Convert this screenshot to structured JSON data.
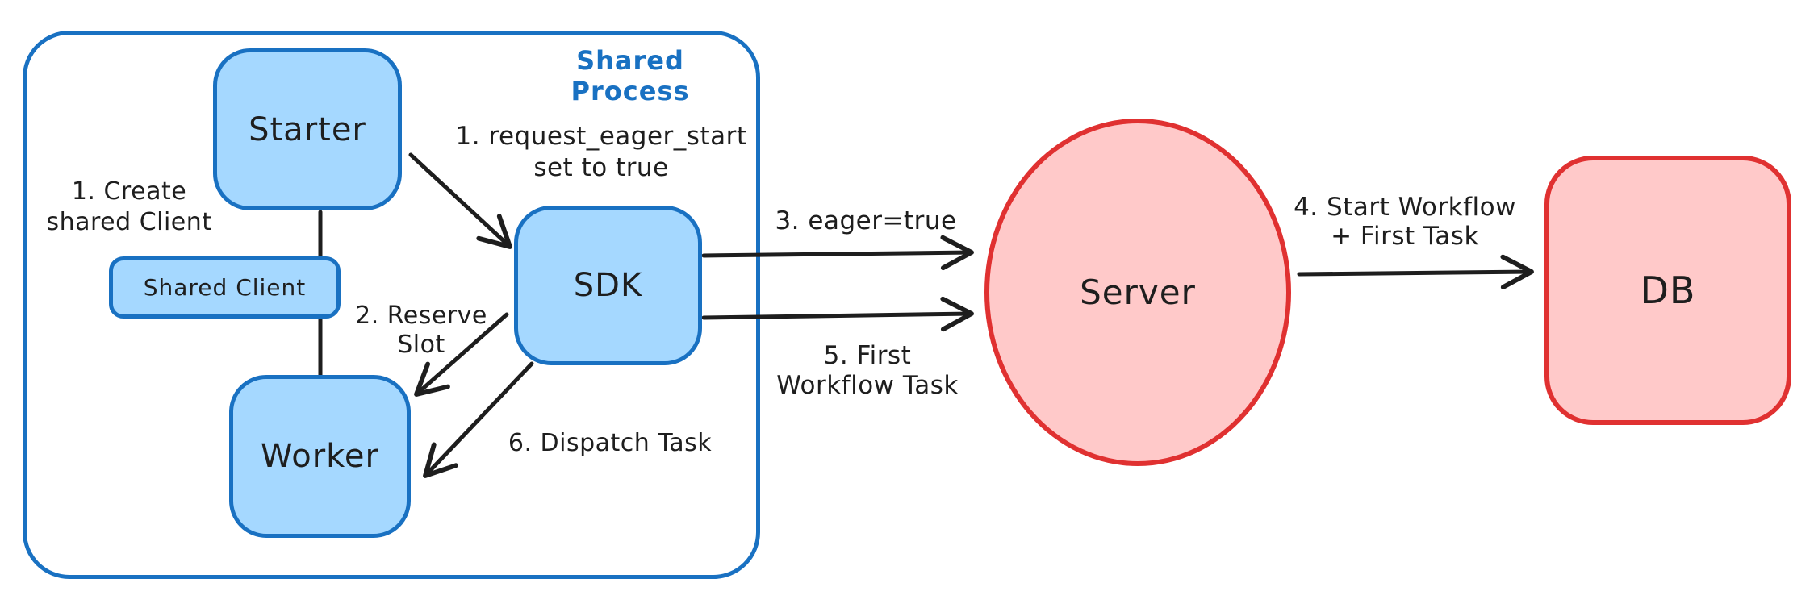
{
  "colors": {
    "blue_stroke": "#1971c2",
    "blue_fill": "#a5d8ff",
    "red_stroke": "#e03131",
    "red_fill": "#ffc9c9",
    "ink": "#1e1e1e",
    "background": "#ffffff"
  },
  "container": {
    "label": "Shared Process"
  },
  "nodes": {
    "starter": {
      "label": "Starter"
    },
    "shared_client": {
      "label": "Shared Client"
    },
    "worker": {
      "label": "Worker"
    },
    "sdk": {
      "label": "SDK"
    },
    "server": {
      "label": "Server"
    },
    "db": {
      "label": "DB"
    }
  },
  "annotations": {
    "create_shared_client": {
      "line1": "1. Create",
      "line2": "shared Client"
    },
    "request_eager_start": {
      "line1": "1. request_eager_start",
      "line2": "set to true"
    },
    "reserve_slot": {
      "line1": "2. Reserve",
      "line2": "Slot"
    },
    "eager_true": {
      "line1": "3. eager=true"
    },
    "start_workflow_first_task": {
      "line1": "4. Start Workflow",
      "line2": "+ First Task"
    },
    "first_workflow_task": {
      "line1": "5. First",
      "line2": "Workflow Task"
    },
    "dispatch_task": {
      "line1": "6. Dispatch Task"
    }
  }
}
